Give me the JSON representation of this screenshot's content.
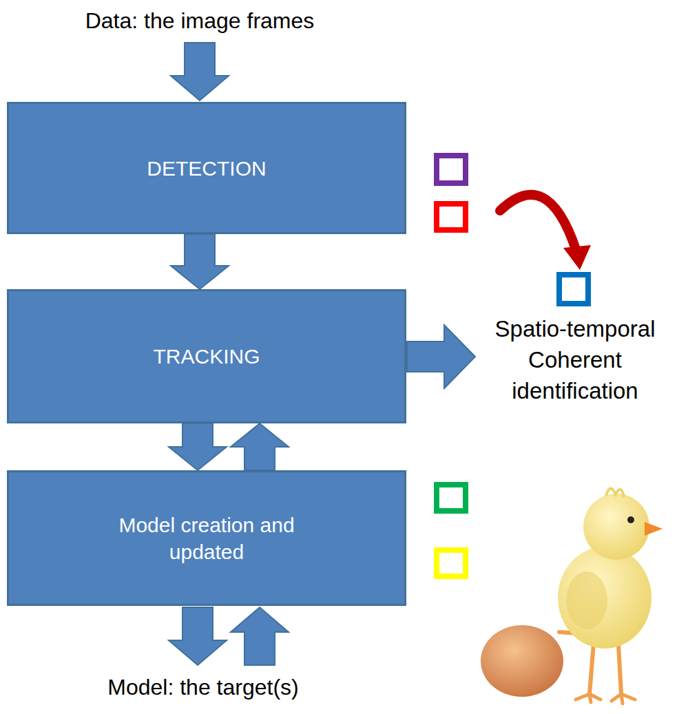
{
  "diagram": {
    "nodes": [
      {
        "text": [
          "DETECTION"
        ]
      },
      {
        "text": [
          "TRACKING"
        ]
      },
      {
        "text": [
          "Model creation and updated"
        ]
      }
    ],
    "edges": [
      {
        "from": 0,
        "to": 1,
        "arrow": "to"
      },
      {
        "from": 1,
        "to": 2,
        "arrow": "to"
      },
      {
        "from": 2,
        "to": 1,
        "arrow": "to"
      }
    ],
    "labels": [
      "Data: the image frames",
      "Spatio-temporal Coherent identification",
      "Model: the target(s)"
    ]
  }
}
